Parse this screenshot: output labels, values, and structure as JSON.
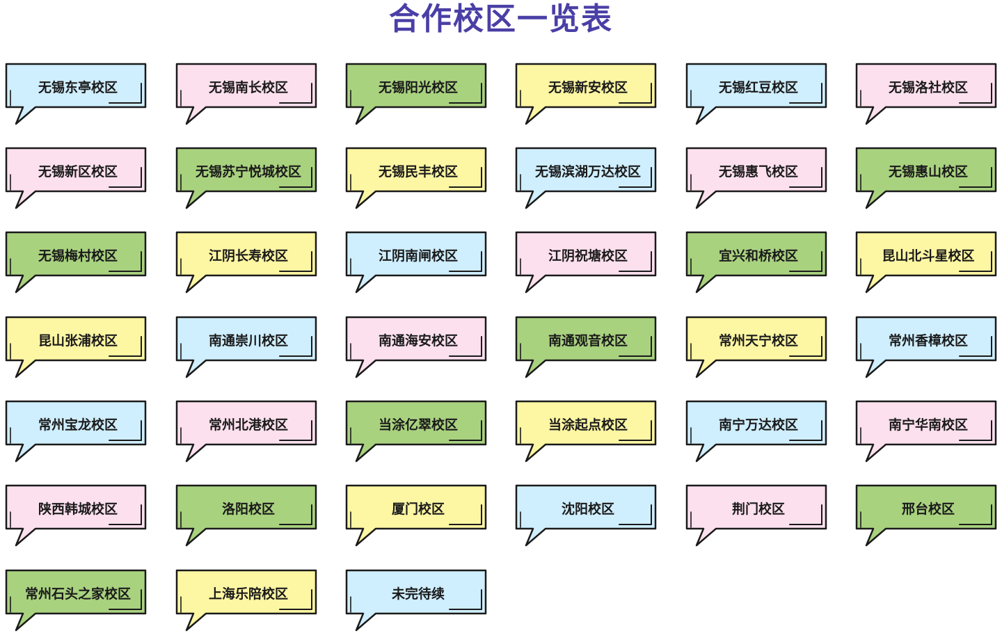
{
  "title": "合作校区一览表",
  "palette": {
    "blue": "#cfeefe",
    "pink": "#fde0ee",
    "green": "#a9d27f",
    "yellow": "#fdf6a3",
    "outline": "#1a1a1a",
    "title": "#4a3fa6"
  },
  "campuses": [
    {
      "name": "无锡东亭校区",
      "color": "blue"
    },
    {
      "name": "无锡南长校区",
      "color": "pink"
    },
    {
      "name": "无锡阳光校区",
      "color": "green"
    },
    {
      "name": "无锡新安校区",
      "color": "yellow"
    },
    {
      "name": "无锡红豆校区",
      "color": "blue"
    },
    {
      "name": "无锡洛社校区",
      "color": "pink"
    },
    {
      "name": "无锡新区校区",
      "color": "pink"
    },
    {
      "name": "无锡苏宁悦城校区",
      "color": "green"
    },
    {
      "name": "无锡民丰校区",
      "color": "yellow"
    },
    {
      "name": "无锡滨湖万达校区",
      "color": "blue"
    },
    {
      "name": "无锡惠飞校区",
      "color": "pink"
    },
    {
      "name": "无锡惠山校区",
      "color": "green"
    },
    {
      "name": "无锡梅村校区",
      "color": "green"
    },
    {
      "name": "江阴长寿校区",
      "color": "yellow"
    },
    {
      "name": "江阴南闸校区",
      "color": "blue"
    },
    {
      "name": "江阴祝塘校区",
      "color": "pink"
    },
    {
      "name": "宜兴和桥校区",
      "color": "green"
    },
    {
      "name": "昆山北斗星校区",
      "color": "yellow"
    },
    {
      "name": "昆山张浦校区",
      "color": "yellow"
    },
    {
      "name": "南通崇川校区",
      "color": "blue"
    },
    {
      "name": "南通海安校区",
      "color": "pink"
    },
    {
      "name": "南通观音校区",
      "color": "green"
    },
    {
      "name": "常州天宁校区",
      "color": "yellow"
    },
    {
      "name": "常州香樟校区",
      "color": "blue"
    },
    {
      "name": "常州宝龙校区",
      "color": "blue"
    },
    {
      "name": "常州北港校区",
      "color": "pink"
    },
    {
      "name": "当涂亿翠校区",
      "color": "green"
    },
    {
      "name": "当涂起点校区",
      "color": "yellow"
    },
    {
      "name": "南宁万达校区",
      "color": "blue"
    },
    {
      "name": "南宁华南校区",
      "color": "pink"
    },
    {
      "name": "陕西韩城校区",
      "color": "pink"
    },
    {
      "name": "洛阳校区",
      "color": "green"
    },
    {
      "name": "厦门校区",
      "color": "yellow"
    },
    {
      "name": "沈阳校区",
      "color": "blue"
    },
    {
      "name": "荆门校区",
      "color": "pink"
    },
    {
      "name": "邢台校区",
      "color": "green"
    },
    {
      "name": "常州石头之家校区",
      "color": "green"
    },
    {
      "name": "上海乐陪校区",
      "color": "yellow"
    },
    {
      "name": "未完待续",
      "color": "blue"
    }
  ]
}
